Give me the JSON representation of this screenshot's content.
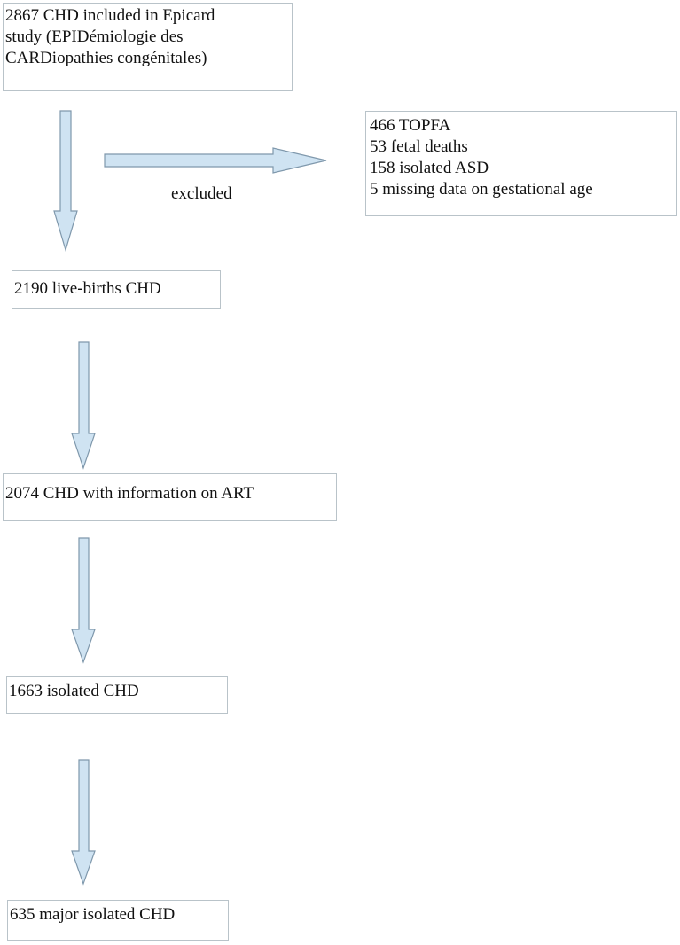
{
  "flowchart": {
    "start": {
      "lines": [
        "2867 CHD included in Epicard",
        "study (EPIDémiologie des",
        "CARDiopathies congénitales)"
      ]
    },
    "excluded_label": "excluded",
    "exclusions": {
      "lines": [
        "466 TOPFA",
        "53 fetal deaths",
        "158 isolated ASD",
        "5 missing data on gestational age"
      ]
    },
    "steps": [
      "2190 live-births CHD",
      "2074 CHD with information on ART",
      "1663 isolated CHD",
      "635 major isolated CHD"
    ]
  },
  "colors": {
    "arrow_fill": "#cfe3f2",
    "arrow_stroke": "#7f98ac",
    "box_border": "#b9c3c9"
  }
}
